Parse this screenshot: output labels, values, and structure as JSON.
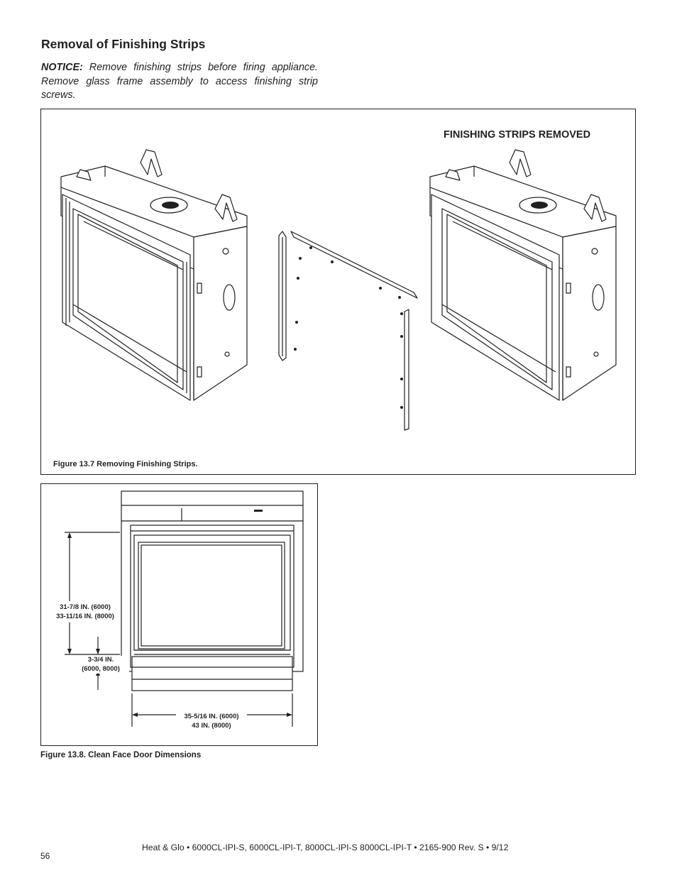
{
  "section": {
    "title": "Removal of Finishing Strips",
    "notice_label": "NOTICE:",
    "notice_text": " Remove finishing strips before firing appliance. Remove glass frame assembly to access finishing strip screws."
  },
  "figure1": {
    "heading": "FINISHING STRIPS REMOVED",
    "caption": "Figure 13.7  Removing Finishing Strips."
  },
  "figure2": {
    "dim_height": "31-7/8 IN. (6000)\n33-11/16 IN. (8000)",
    "dim_bottom": "3-3/4 IN.\n(6000, 8000)",
    "dim_width": "35-5/16 IN. (6000)\n43 IN. (8000)",
    "caption": "Figure 13.8.  Clean Face Door Dimensions"
  },
  "footer": {
    "text": "Heat & Glo  •   6000CL-IPI-S, 6000CL-IPI-T, 8000CL-IPI-S 8000CL-IPI-T  •  2165-900 Rev. S  •  9/12",
    "page_number": "56"
  }
}
